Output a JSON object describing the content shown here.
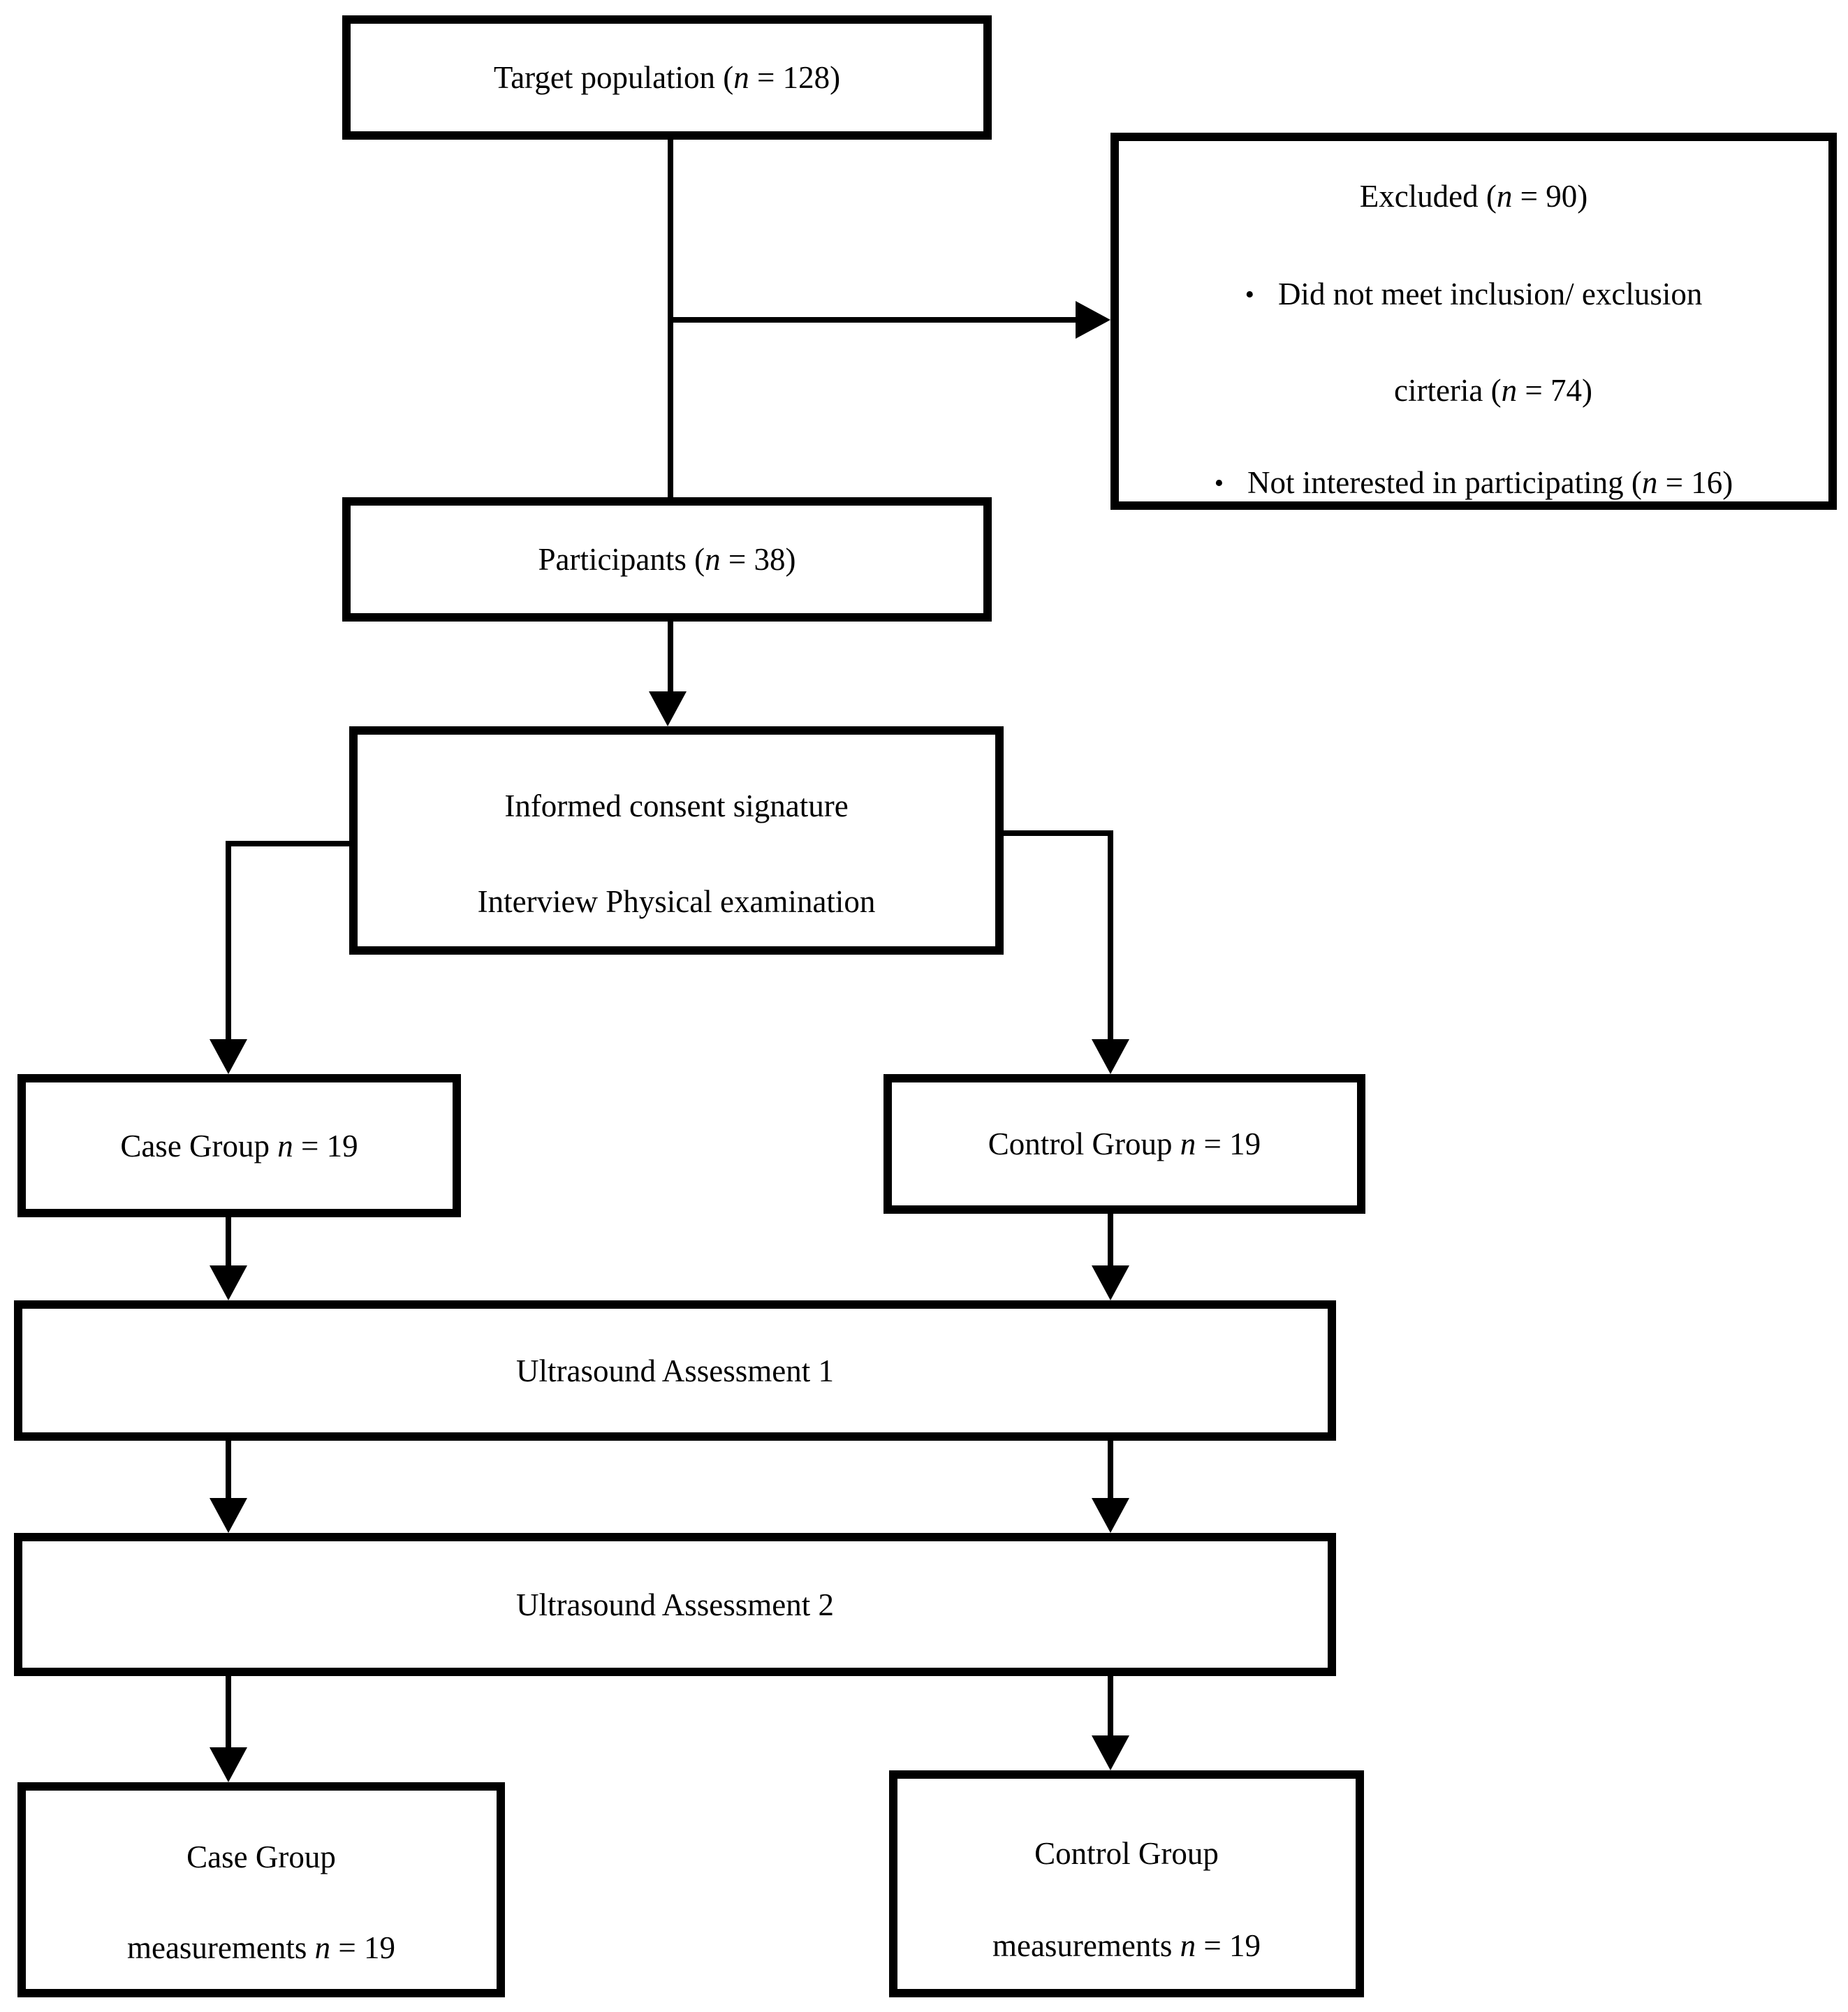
{
  "symbols": {
    "n": "n",
    "bullet": "•"
  },
  "colors": {
    "line": "#000000",
    "background": "#ffffff",
    "text": "#000000"
  },
  "flowchart": {
    "target": {
      "pre": "Target population (",
      "post": " = 128)"
    },
    "excluded": {
      "title_pre": "Excluded (",
      "title_post": " = 90)",
      "item1_line1": "Did not meet inclusion/ exclusion",
      "item1_line2_pre": "cirteria (",
      "item1_line2_post": " = 74)",
      "item2_pre": "Not interested in participating (",
      "item2_post": " = 16)"
    },
    "participants": {
      "pre": "Participants (",
      "post": " = 38)"
    },
    "consent": {
      "line1": "Informed consent signature",
      "line2": "Interview Physical examination"
    },
    "case_group": {
      "pre": "Case Group ",
      "post": " = 19"
    },
    "control_group": {
      "pre": "Control Group ",
      "post": " = 19"
    },
    "ultrasound1": {
      "label": "Ultrasound Assessment 1"
    },
    "ultrasound2": {
      "label": "Ultrasound Assessment 2"
    },
    "case_measurements": {
      "line1": "Case Group",
      "line2_pre": "measurements ",
      "line2_post": " = 19"
    },
    "control_measurements": {
      "line1": "Control Group",
      "line2_pre": "measurements ",
      "line2_post": " = 19"
    }
  }
}
